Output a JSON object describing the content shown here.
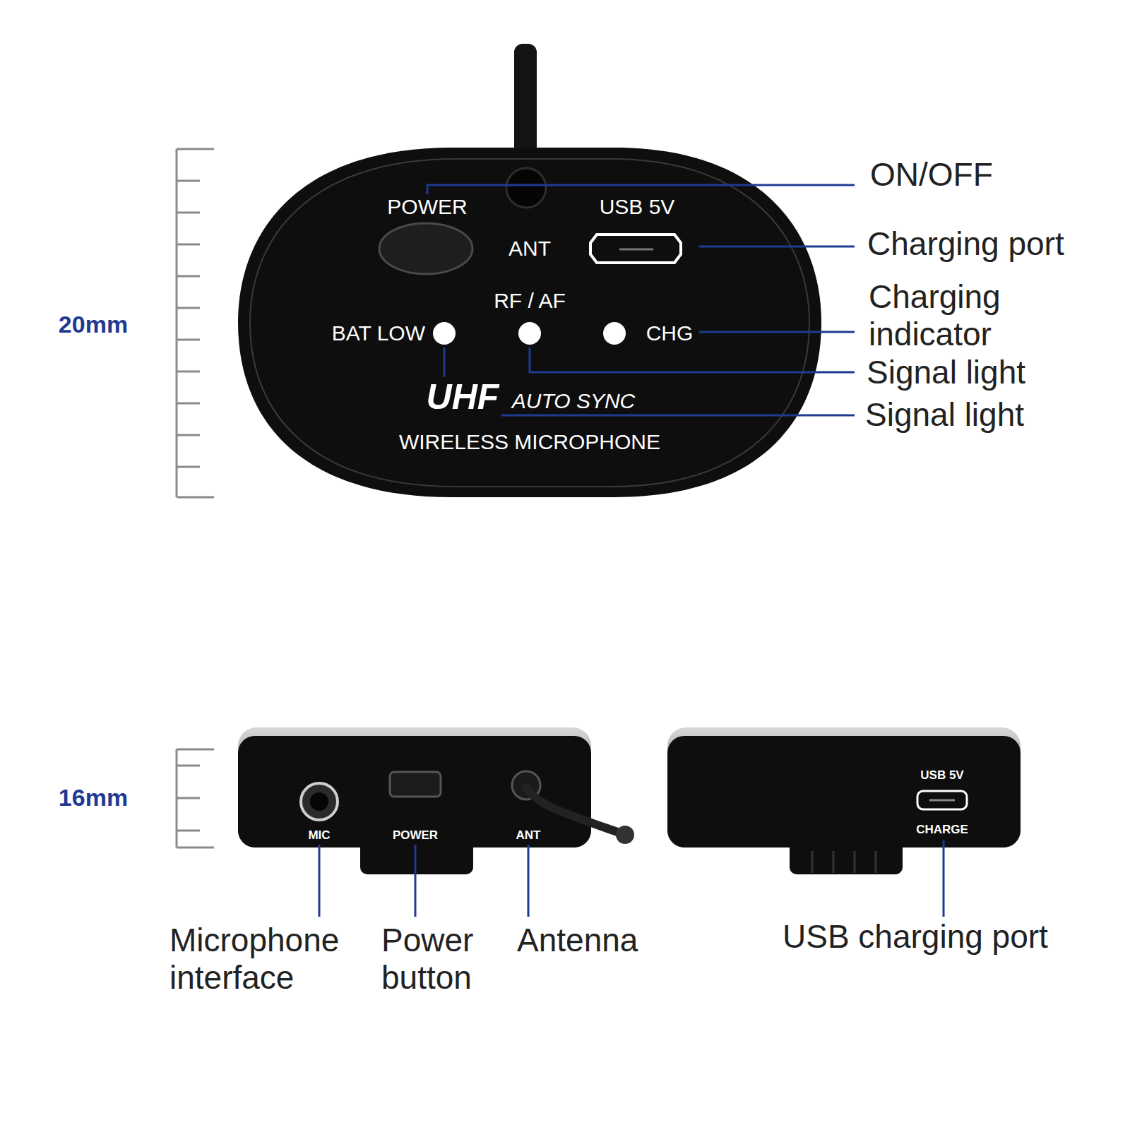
{
  "diagram": {
    "labels": [
      "POWER",
      "ANT",
      "USB 5V",
      "RF / AF",
      "BAT LOW",
      "CHG",
      "UHF",
      "AUTO SYNC",
      "WIRELESS MICROPHONE",
      "ON/OFF",
      "Charging port",
      "Charging indicator",
      "Signal light",
      "Signal light",
      "20mm",
      "MIC",
      "POWER",
      "ANT",
      "USB 5V",
      "CHARGE",
      "16mm",
      "Microphone interface",
      "Power button",
      "Antenna",
      "USB charging port"
    ]
  }
}
